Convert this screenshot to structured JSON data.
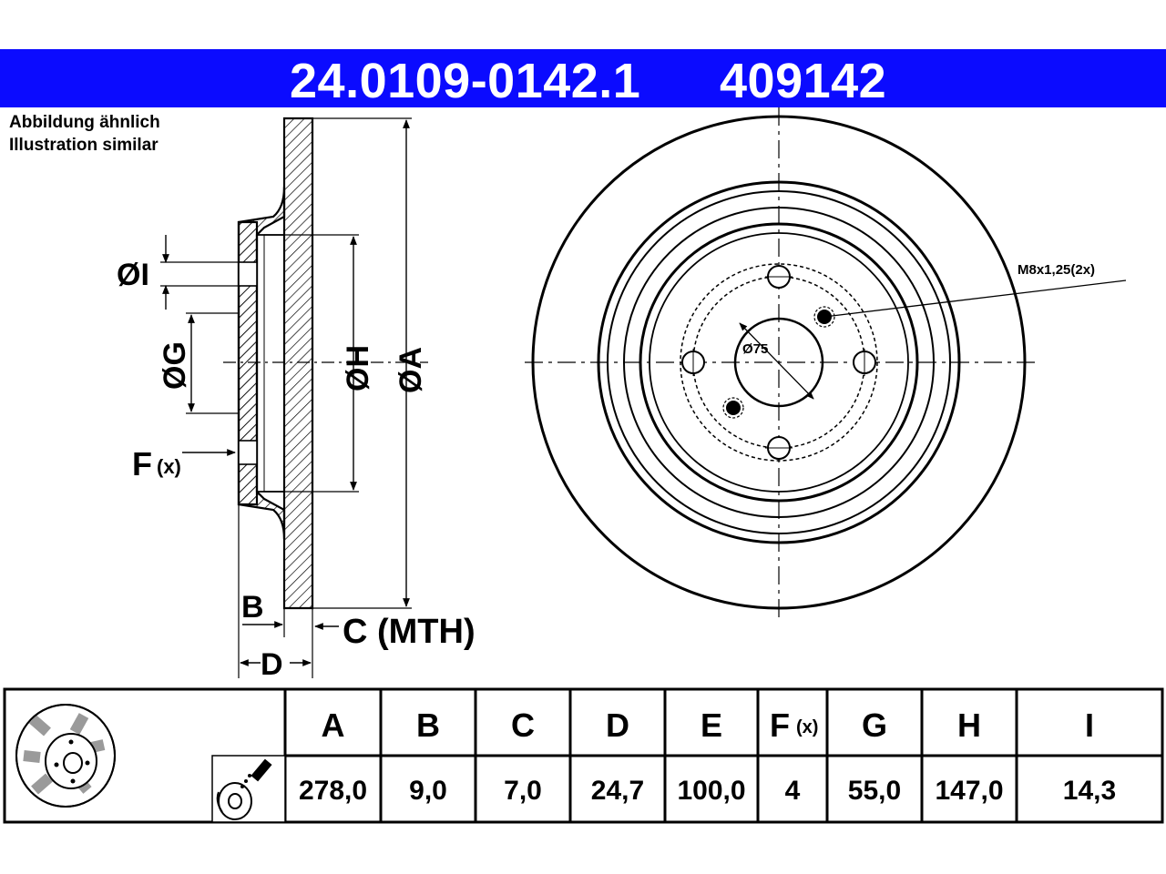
{
  "header": {
    "part_number": "24.0109-0142.1",
    "reference": "409142",
    "bar_color": "#0b0bff",
    "text_color": "#ffffff"
  },
  "notes": {
    "german": "Abbildung ähnlich",
    "english": "Illustration similar"
  },
  "side_view": {
    "label_I": "ØI",
    "label_G": "ØG",
    "label_F": "F",
    "label_F_sub": "(x)",
    "label_H": "ØH",
    "label_A": "ØA",
    "label_B": "B",
    "label_C": "C (MTH)",
    "label_D": "D"
  },
  "front_view": {
    "center_bore_label": "Ø75",
    "thread_label": "M8x1,25(2x)",
    "bolt_holes": 4,
    "threaded_holes": 2
  },
  "spec_table": {
    "headers": [
      "A",
      "B",
      "C",
      "D",
      "E",
      "F",
      "G",
      "H",
      "I"
    ],
    "header_F_sub": "(x)",
    "values": [
      "278,0",
      "9,0",
      "7,0",
      "24,7",
      "100,0",
      "4",
      "55,0",
      "147,0",
      "14,3"
    ]
  },
  "icons": {
    "disc_thumbnail": "brake-disc-thumbnail-icon",
    "no_coating": "no-paint-spray-icon"
  }
}
